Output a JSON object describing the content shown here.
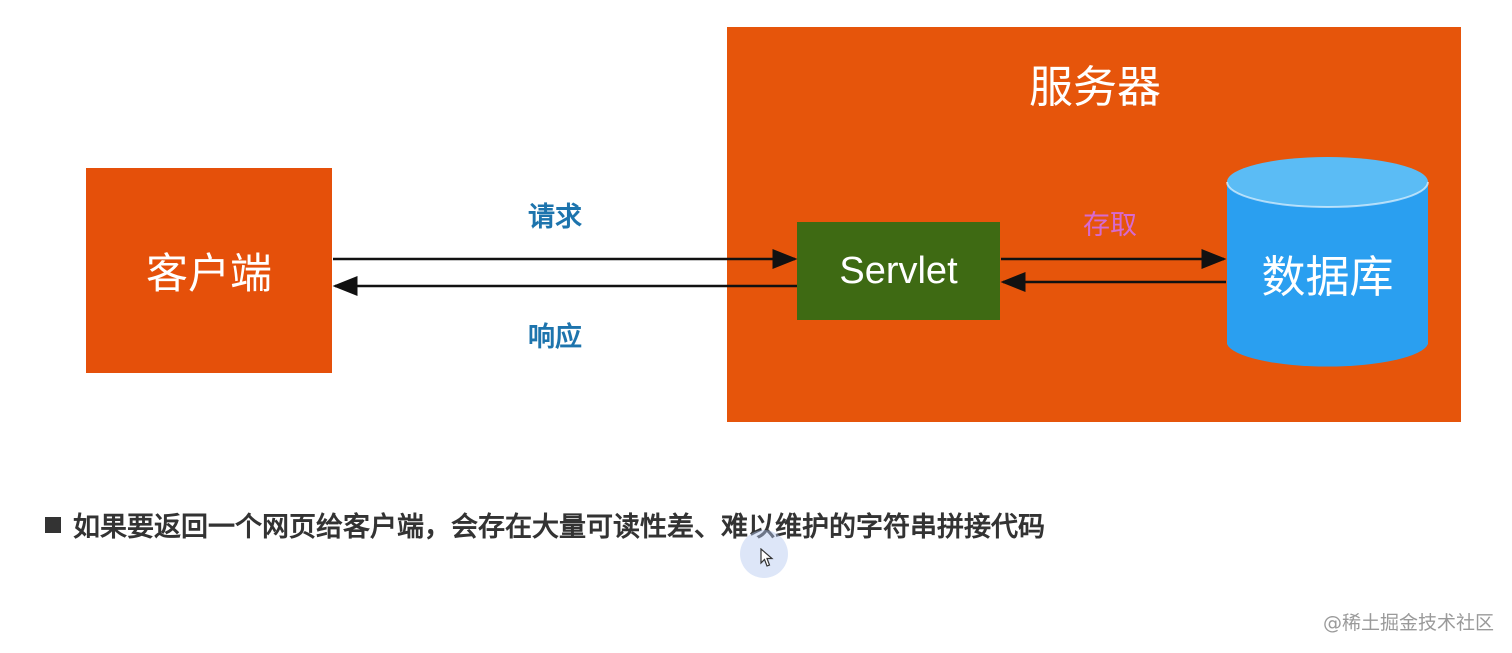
{
  "diagram": {
    "server_title": "服务器",
    "client_label": "客户端",
    "servlet_label": "Servlet",
    "database_label": "数据库",
    "request_label": "请求",
    "response_label": "响应",
    "access_label": "存取"
  },
  "note": {
    "text": "如果要返回一个网页给客户端，会存在大量可读性差、难以维护的字符串拼接代码"
  },
  "watermark": "@稀土掘金技术社区",
  "colors": {
    "server_bg": "#e6550b",
    "client_bg": "#e5500a",
    "servlet_bg": "#3e6a13",
    "database_bg": "#2a9ff0",
    "request_text": "#1d74ad",
    "access_text": "#d66ad1"
  }
}
